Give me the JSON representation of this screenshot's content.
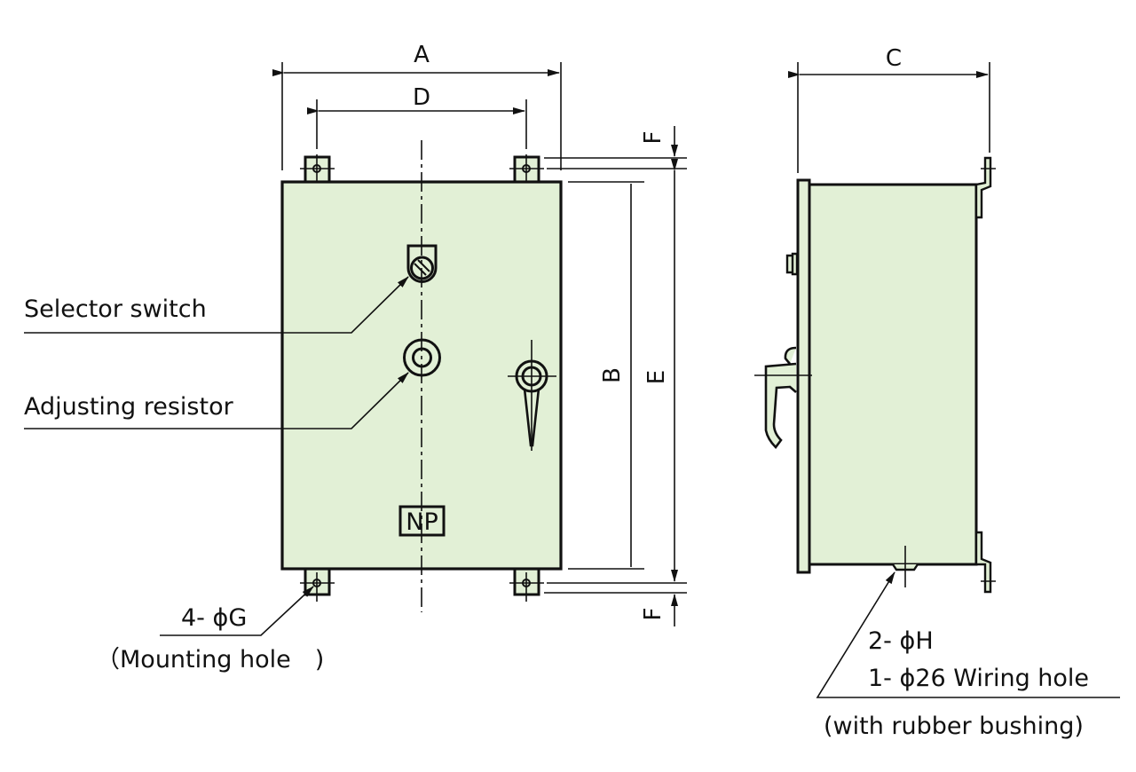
{
  "colors": {
    "enclosure_fill": "#e2f0d6",
    "line": "#111111",
    "background": "#ffffff"
  },
  "front_view": {
    "dimensions": {
      "overall_width": "A",
      "mounting_pitch_width": "D",
      "body_height": "B",
      "mounting_pitch_height": "E",
      "bracket_offset_top": "F",
      "bracket_offset_bottom": "F"
    },
    "nameplate": "NP",
    "callouts": {
      "selector_switch": "Selector switch",
      "adjusting_resistor": "Adjusting resistor",
      "mounting_hole_qty": "4- ϕG",
      "mounting_hole_note": "（Mounting hole　)"
    }
  },
  "side_view": {
    "dimensions": {
      "depth": "C"
    },
    "callouts": {
      "hole_line1": "2- ϕH",
      "hole_line2": "1- ϕ26 Wiring hole",
      "hole_line3": "(with rubber bushing)"
    }
  }
}
